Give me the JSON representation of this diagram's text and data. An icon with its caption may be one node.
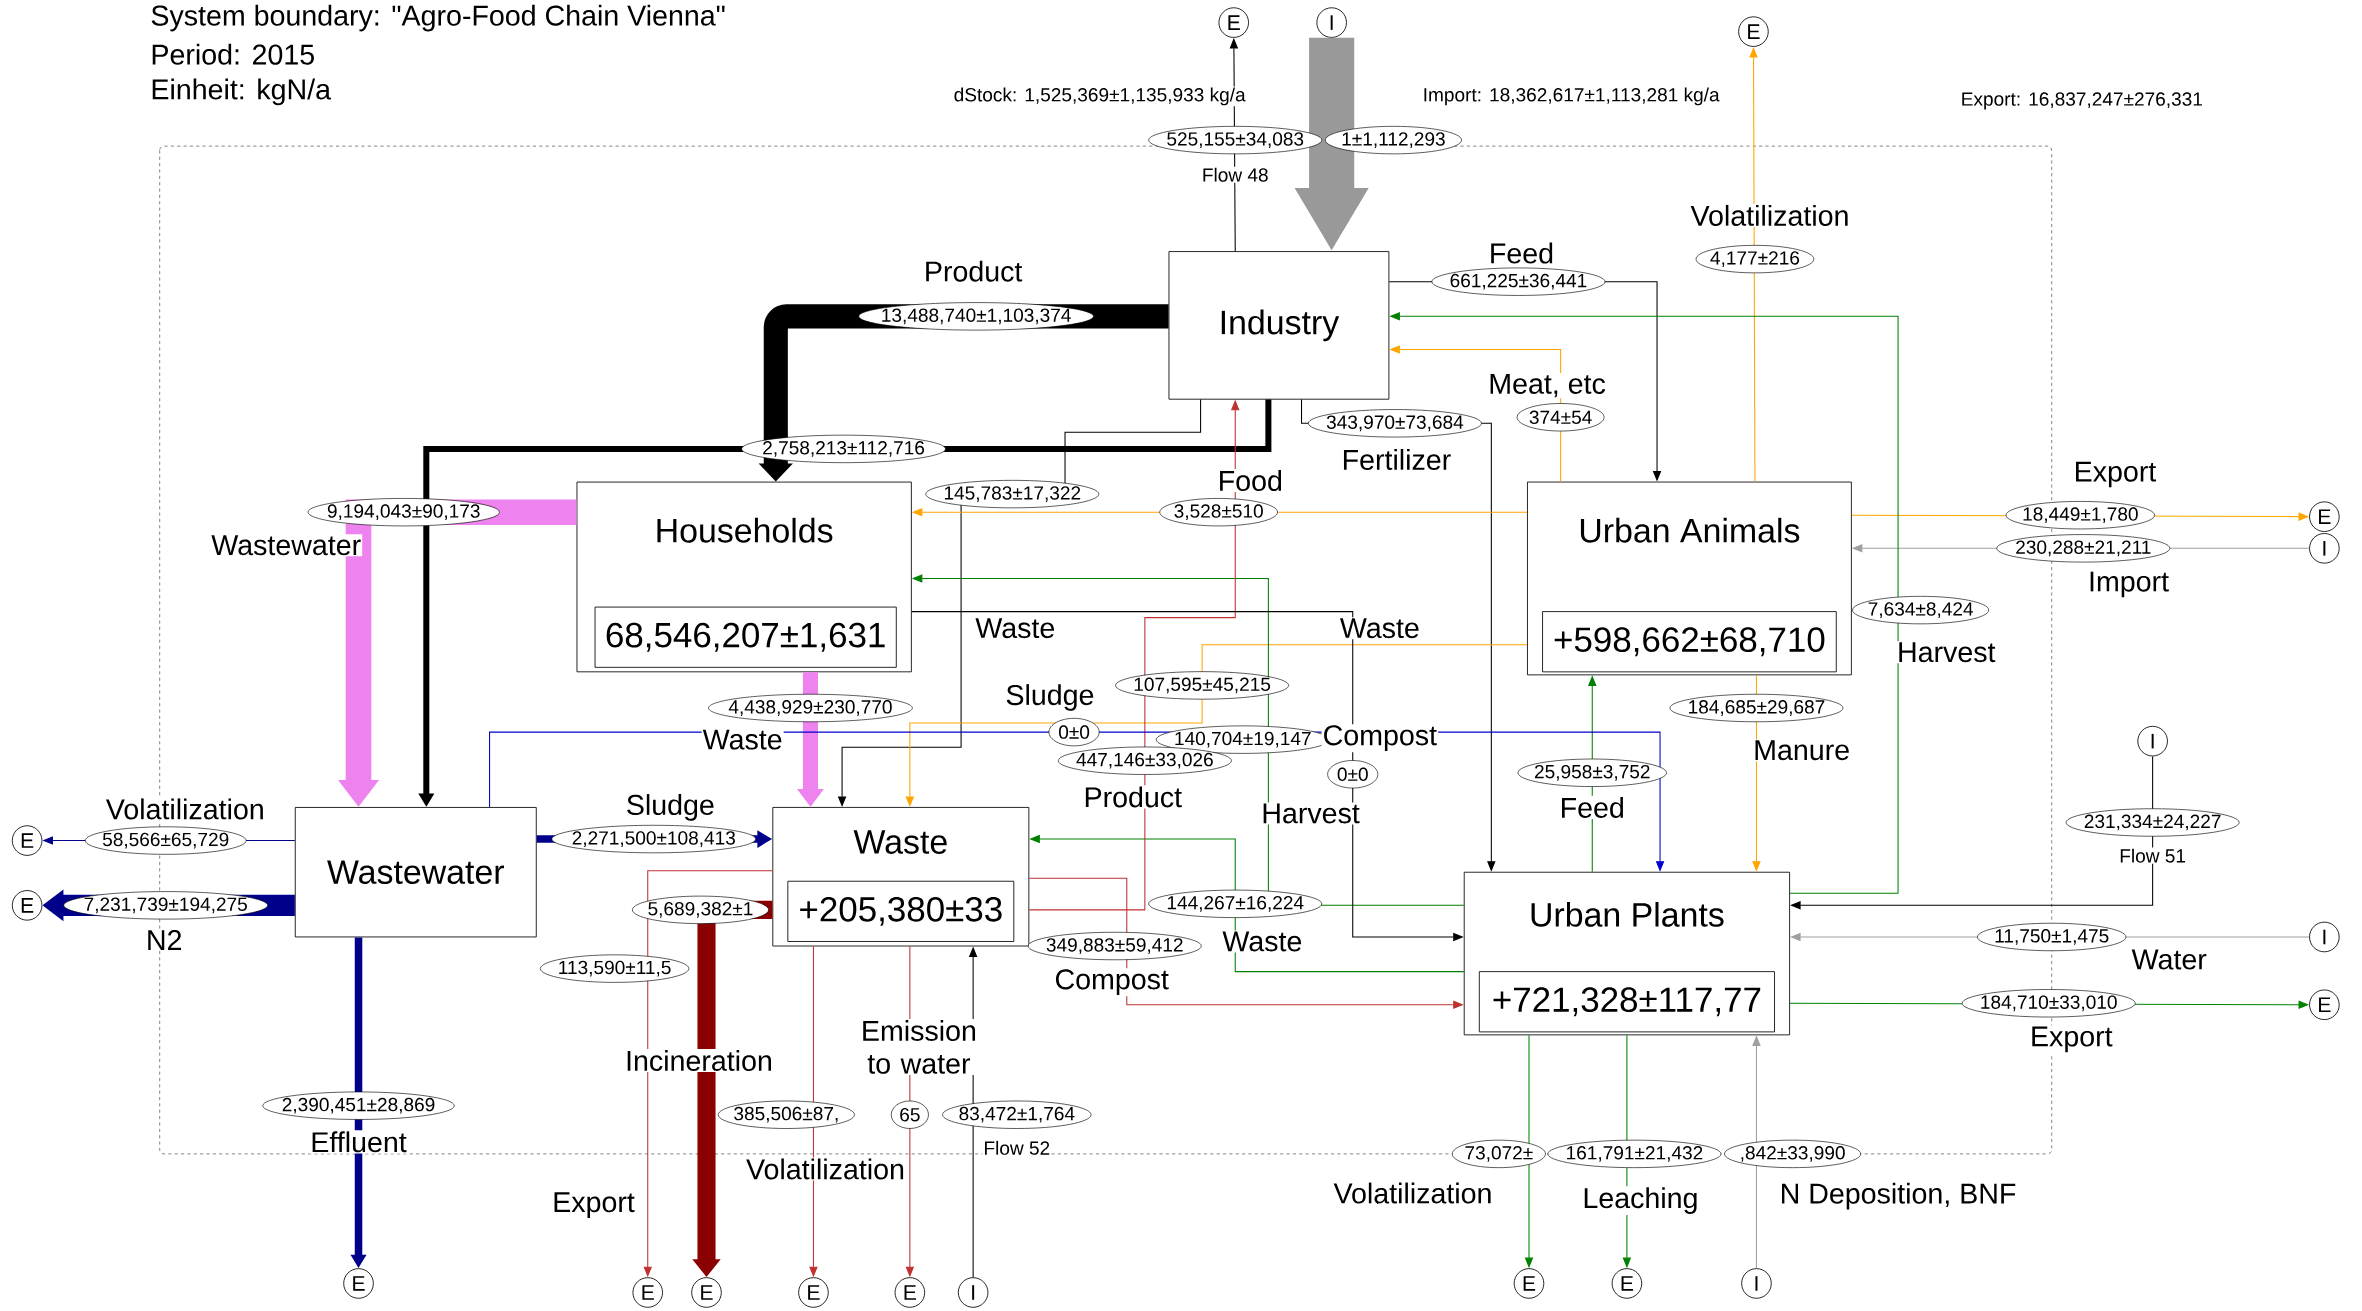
{
  "diagram": {
    "nodes": [
      {
        "text": [
          "Industry"
        ]
      },
      {
        "text": [
          "Households",
          "68,546,207±1,631"
        ]
      },
      {
        "text": [
          "Urban Animals",
          "+598,662±68,710"
        ]
      },
      {
        "text": [
          "Wastewater"
        ]
      },
      {
        "text": [
          "Waste",
          "+205,380±33"
        ]
      },
      {
        "text": [
          "Urban Plants",
          "+721,328±117,77"
        ]
      },
      {
        "text": [
          "E"
        ]
      },
      {
        "text": [
          "I"
        ]
      },
      {
        "text": [
          "E"
        ]
      },
      {
        "text": [
          "E"
        ]
      },
      {
        "text": [
          "I"
        ]
      },
      {
        "text": [
          "I"
        ]
      },
      {
        "text": [
          "I"
        ]
      },
      {
        "text": [
          "E"
        ]
      },
      {
        "text": [
          "E"
        ]
      },
      {
        "text": [
          "E"
        ]
      },
      {
        "text": [
          "E"
        ]
      },
      {
        "text": [
          "E"
        ]
      },
      {
        "text": [
          "E"
        ]
      },
      {
        "text": [
          "E"
        ]
      },
      {
        "text": [
          "E"
        ]
      },
      {
        "text": [
          "I"
        ]
      },
      {
        "text": [
          "E"
        ]
      },
      {
        "text": [
          "E"
        ]
      },
      {
        "text": [
          "I"
        ]
      }
    ],
    "edges": [
      {
        "from": 0,
        "to": 6,
        "arrow": "to",
        "label": "525,155±34,083"
      },
      {
        "from": 7,
        "to": 0,
        "arrow": "to",
        "label": "1±1,112,293",
        "style": "thick",
        "color": "#999999"
      },
      {
        "from": 0,
        "to": 1,
        "arrow": "to",
        "label": "13,488,740±1,103,374",
        "style": "thick"
      },
      {
        "from": 0,
        "to": 3,
        "arrow": "to",
        "label": "2,758,213±112,716",
        "style": "thick"
      },
      {
        "from": 0,
        "to": 2,
        "arrow": "to",
        "label": "661,225±36,441"
      },
      {
        "from": 0,
        "to": 5,
        "arrow": "to",
        "label": "343,970±73,684"
      },
      {
        "from": 0,
        "to": 4,
        "arrow": "to",
        "label": "145,783±17,322"
      },
      {
        "from": 2,
        "to": 0,
        "arrow": "to",
        "label": "374±54",
        "color": "#ffa500"
      },
      {
        "from": 2,
        "to": 1,
        "arrow": "to",
        "label": "3,528±510",
        "color": "#ffa500"
      },
      {
        "from": 2,
        "to": 8,
        "arrow": "to",
        "label": "4,177±216",
        "color": "#ffa500"
      },
      {
        "from": 2,
        "to": 9,
        "arrow": "to",
        "label": "18,449±1,780",
        "color": "#ffa500"
      },
      {
        "from": 10,
        "to": 2,
        "arrow": "to",
        "label": "230,288±21,211",
        "color": "#a0a0a0"
      },
      {
        "from": 2,
        "to": 4,
        "arrow": "to",
        "label": "107,595±45,215",
        "color": "#ffa500"
      },
      {
        "from": 2,
        "to": 5,
        "arrow": "to",
        "label": "184,685±29,687",
        "color": "#ffa500"
      },
      {
        "from": 5,
        "to": 2,
        "arrow": "to",
        "label": "25,958±3,752",
        "color": "#008000"
      },
      {
        "from": 5,
        "to": 0,
        "arrow": "to",
        "label": "7,634±8,424",
        "color": "#008000"
      },
      {
        "from": 11,
        "to": 5,
        "arrow": "to",
        "label": "231,334±24,227"
      },
      {
        "from": 12,
        "to": 5,
        "arrow": "to",
        "label": "11,750±1,475",
        "color": "#a0a0a0"
      },
      {
        "from": 5,
        "to": 13,
        "arrow": "to",
        "label": "184,710±33,010",
        "color": "#008000"
      },
      {
        "from": 5,
        "to": 22,
        "arrow": "to",
        "label": "73,072±",
        "color": "#008000"
      },
      {
        "from": 5,
        "to": 23,
        "arrow": "to",
        "label": "161,791±21,432",
        "color": "#008000"
      },
      {
        "from": 24,
        "to": 5,
        "arrow": "to",
        "label": ",842±33,990",
        "color": "#a0a0a0"
      },
      {
        "from": 5,
        "to": 1,
        "arrow": "to",
        "label": "140,704±19,147",
        "color": "#008000"
      },
      {
        "from": 5,
        "to": 4,
        "arrow": "to",
        "label": "144,267±16,224",
        "color": "#008000"
      },
      {
        "from": 4,
        "to": 5,
        "arrow": "to",
        "label": "349,883±59,412",
        "color": "#c03030"
      },
      {
        "from": 4,
        "to": 0,
        "arrow": "to",
        "label": "447,146±33,026",
        "color": "#c03030"
      },
      {
        "from": 4,
        "to": 17,
        "arrow": "to",
        "label": "113,590±11,5",
        "color": "#c03030"
      },
      {
        "from": 4,
        "to": 18,
        "arrow": "to",
        "label": "5,689,382±1",
        "style": "thick",
        "color": "#8b0000"
      },
      {
        "from": 4,
        "to": 19,
        "arrow": "to",
        "label": "385,506±87,",
        "color": "#c03030"
      },
      {
        "from": 4,
        "to": 20,
        "arrow": "to",
        "label": "65",
        "color": "#c03030"
      },
      {
        "from": 21,
        "to": 4,
        "arrow": "to",
        "label": "83,472±1,764"
      },
      {
        "from": 1,
        "to": 3,
        "arrow": "to",
        "label": "9,194,043±90,173",
        "style": "thick",
        "color": "#ee82ee"
      },
      {
        "from": 1,
        "to": 4,
        "arrow": "to",
        "label": "4,438,929±230,770",
        "style": "thick",
        "color": "#ee82ee"
      },
      {
        "from": 3,
        "to": 4,
        "arrow": "to",
        "label": "2,271,500±108,413",
        "style": "thick",
        "color": "#00008b"
      },
      {
        "from": 3,
        "to": 5,
        "arrow": "to",
        "label": "0±0",
        "color": "#0000cd"
      },
      {
        "from": 3,
        "to": 14,
        "arrow": "to",
        "label": "58,566±65,729",
        "color": "#00008b"
      },
      {
        "from": 3,
        "to": 15,
        "arrow": "to",
        "label": "7,231,739±194,275",
        "style": "thick",
        "color": "#00008b"
      },
      {
        "from": 3,
        "to": 16,
        "arrow": "to",
        "label": "2,390,451±28,869",
        "style": "thick",
        "color": "#00008b"
      },
      {
        "from": 1,
        "to": 5,
        "arrow": "to",
        "label": "0±0"
      }
    ],
    "labels": [
      "System boundary: \"Agro-Food Chain Vienna\"",
      "Period: 2015",
      "Einheit: kgN/a",
      "dStock: 1,525,369±1,135,933 kg/a",
      "Import: 18,362,617±1,113,281 kg/a",
      "Export: 16,837,247±276,331",
      "Flow 48",
      "Product",
      "Feed",
      "Volatilization",
      "Meat, etc",
      "Food",
      "Fertilizer",
      "Export",
      "Wastewater",
      "Import",
      "Waste",
      "Waste",
      "Harvest",
      "Sludge",
      "Waste",
      "Compost",
      "Manure",
      "Product",
      "Volatilization",
      "Sludge",
      "Harvest",
      "Feed",
      "Flow 51",
      "Waste",
      "Water",
      "N2",
      "Compost",
      "Export",
      "Emission to water",
      "Incineration",
      "Effluent",
      "Volatilization",
      "Flow 52",
      "Export",
      "Volatilization",
      "Leaching",
      "N Deposition, BNF"
    ]
  }
}
